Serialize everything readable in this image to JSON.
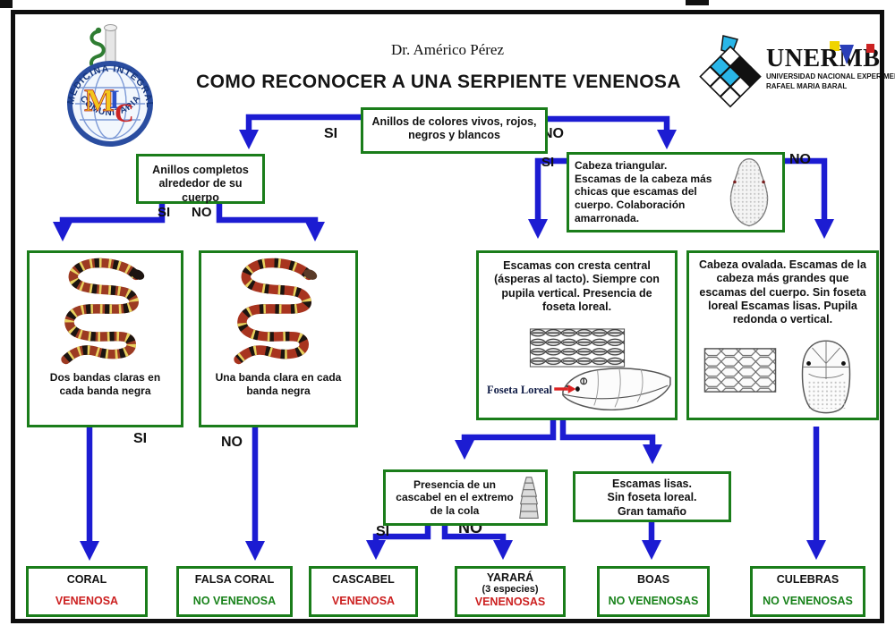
{
  "header": {
    "credit": "Dr. Américo Pérez",
    "title": "COMO RECONOCER A UNA SERPIENTE VENENOSA",
    "mic": {
      "arc_top": "MEDICINA INTEGRAL",
      "arc_bottom": "COMUNITARIA",
      "letters": {
        "m": "M",
        "i": "I",
        "c": "C"
      }
    },
    "unermb": {
      "name": "UNERMB",
      "line1": "UNIVERSIDAD NACIONAL EXPERIMENTAL",
      "line2": "RAFAEL MARIA BARAL"
    }
  },
  "flow": {
    "root": "Anillos de colores vivos, rojos, negros y blancos",
    "anillos_completos": "Anillos completos alrededor de su cuerpo",
    "snake1_caption": "Dos bandas claras en cada banda negra",
    "snake2_caption": "Una banda clara en cada banda negra",
    "cabeza_triangular": "Cabeza triangular. Escamas de la cabeza más chicas que escamas del cuerpo. Colaboración amarronada.",
    "cresta": "Escamas con cresta central (ásperas al tacto). Siempre con pupila vertical. Presencia de foseta loreal.",
    "foseta_label": "Foseta Loreal",
    "ovalada": "Cabeza ovalada. Escamas de la cabeza más grandes que escamas del cuerpo. Sin foseta loreal Escamas lisas. Pupila redonda o vertical.",
    "cascabel_q": "Presencia de un cascabel en el extremo de la cola",
    "lisas_lines": [
      "Escamas lisas.",
      "Sin foseta loreal.",
      "Gran tamaño"
    ],
    "labels": {
      "si": "SI",
      "no": "NO"
    }
  },
  "results": [
    {
      "name": "CORAL",
      "status": "VENENOSA",
      "venomous": true
    },
    {
      "name": "FALSA CORAL",
      "status": "NO VENENOSA",
      "venomous": false
    },
    {
      "name": "CASCABEL",
      "status": "VENENOSA",
      "venomous": true
    },
    {
      "name": "YARARÁ",
      "subtitle": "(3 especies)",
      "status": "VENENOSAS",
      "venomous": true
    },
    {
      "name": "BOAS",
      "status": "NO VENENOSAS",
      "venomous": false
    },
    {
      "name": "CULEBRAS",
      "status": "NO VENENOSAS",
      "venomous": false
    }
  ],
  "colors": {
    "arrow_blue": "#1c1cd2",
    "box_green": "#1a7d1a",
    "venom_red": "#cc2020",
    "safe_green": "#18821a"
  }
}
